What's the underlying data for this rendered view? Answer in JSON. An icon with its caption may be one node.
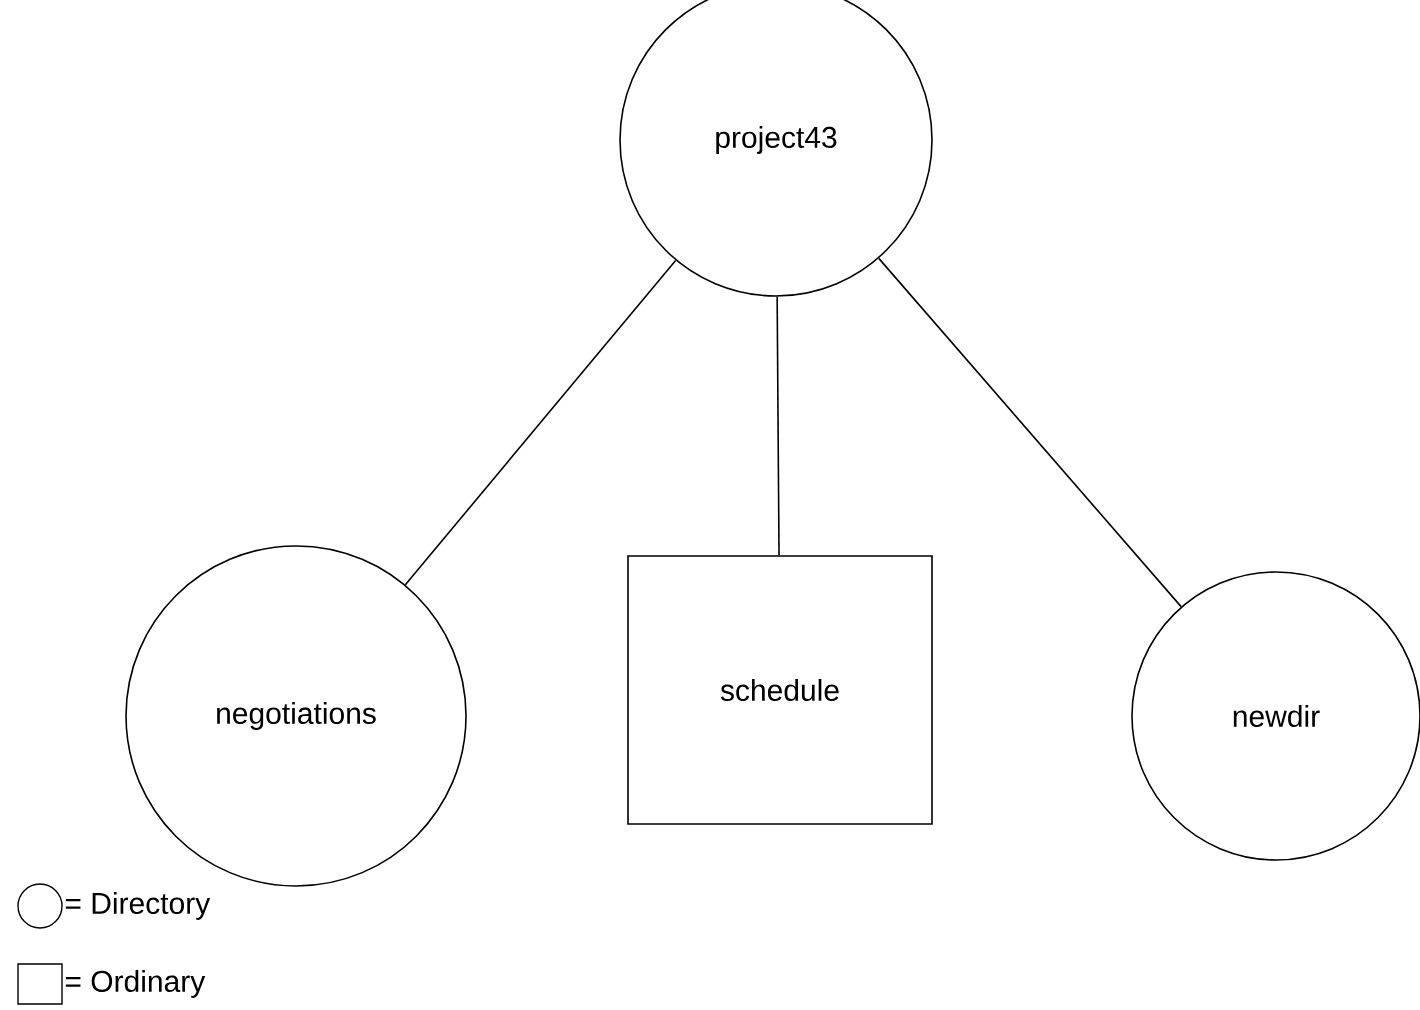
{
  "diagram": {
    "nodes": [
      {
        "text": [
          "project43"
        ]
      },
      {
        "text": [
          "negotiations"
        ]
      },
      {
        "text": [
          "schedule"
        ]
      },
      {
        "text": [
          "newdir"
        ]
      }
    ],
    "edges": [
      {
        "from": 0,
        "to": 1,
        "arrow": "none"
      },
      {
        "from": 0,
        "to": 2,
        "arrow": "none"
      },
      {
        "from": 0,
        "to": 3,
        "arrow": "none"
      }
    ],
    "legend": [
      {
        "text": "= Directory"
      },
      {
        "text": "= Ordinary"
      }
    ]
  }
}
